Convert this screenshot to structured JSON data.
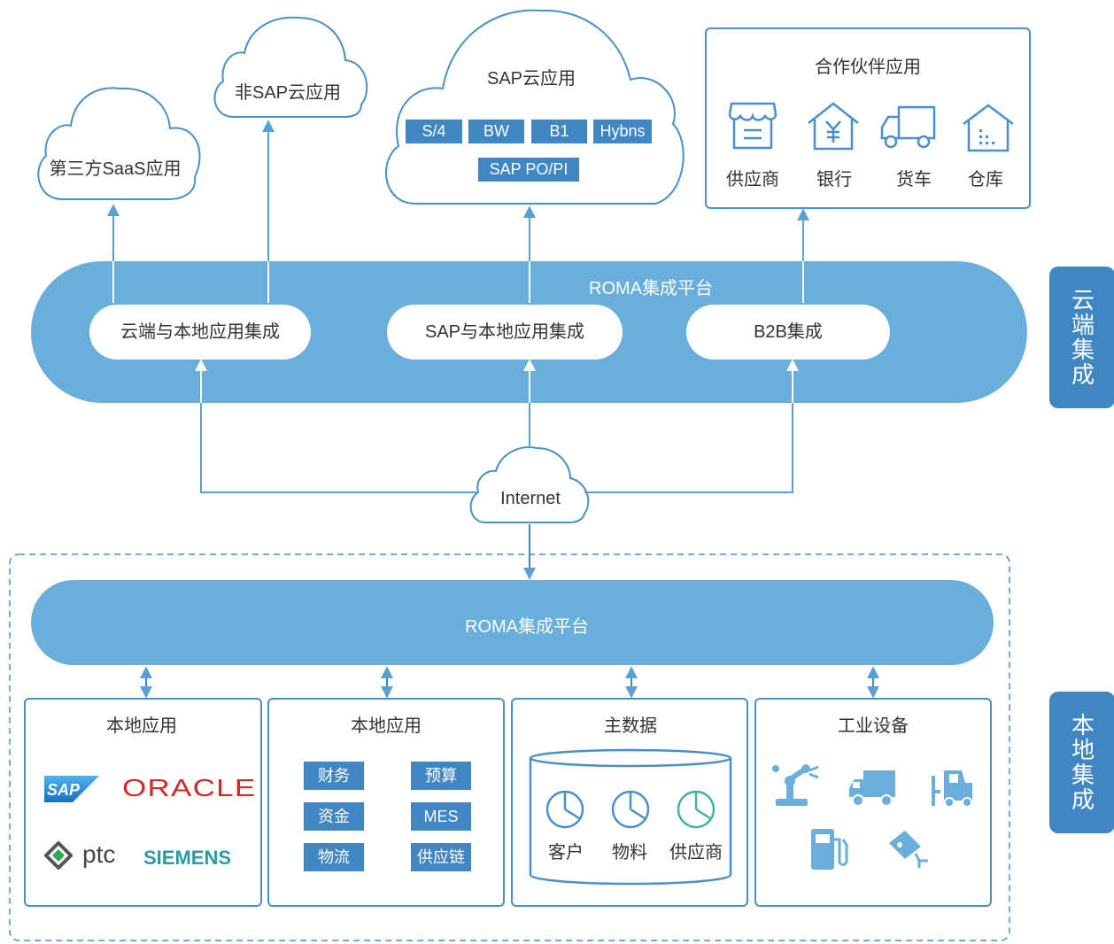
{
  "clouds": {
    "third_party": "第三方SaaS应用",
    "non_sap": "非SAP云应用",
    "sap_cloud": {
      "title": "SAP云应用",
      "tags": [
        "S/4",
        "BW",
        "B1",
        "Hybns"
      ],
      "tag_wide": "SAP PO/PI"
    },
    "internet": "Internet"
  },
  "partner": {
    "title": "合作伙伴应用",
    "items": [
      {
        "icon": "store-icon",
        "label": "供应商"
      },
      {
        "icon": "bank-icon",
        "label": "银行"
      },
      {
        "icon": "truck-icon",
        "label": "货车"
      },
      {
        "icon": "warehouse-icon",
        "label": "仓库"
      }
    ]
  },
  "cloud_platform": {
    "title": "ROMA集成平台",
    "pills": [
      "云端与本地应用集成",
      "SAP与本地应用集成",
      "B2B集成"
    ]
  },
  "side_tabs": {
    "cloud": "云端集成",
    "local": "本地集成"
  },
  "local_platform": {
    "title": "ROMA集成平台"
  },
  "local_boxes": {
    "apps1": {
      "title": "本地应用",
      "logos": [
        "SAP",
        "ORACLE",
        "ptc",
        "SIEMENS"
      ]
    },
    "apps2": {
      "title": "本地应用",
      "tags": [
        "财务",
        "预算",
        "资金",
        "MES",
        "物流",
        "供应链"
      ]
    },
    "master_data": {
      "title": "主数据",
      "items": [
        "客户",
        "物料",
        "供应商"
      ]
    },
    "industrial": {
      "title": "工业设备",
      "icons": [
        "robot-arm-icon",
        "truck-icon",
        "forklift-icon",
        "fuel-pump-icon",
        "camera-icon"
      ]
    }
  },
  "colors": {
    "band": "#6aaedb",
    "tag": "#3f86c3",
    "stroke": "#4a8fca",
    "icon": "#6aaedb",
    "green": "#3fb39b"
  }
}
